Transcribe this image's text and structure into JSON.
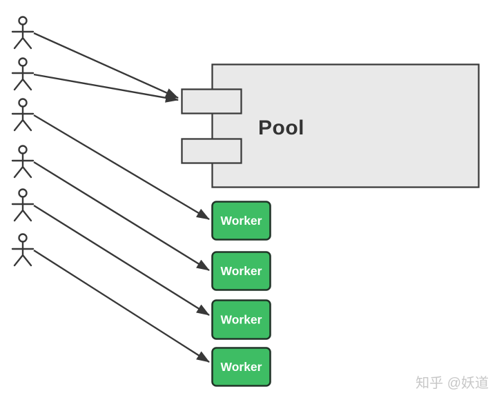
{
  "diagram": {
    "type": "component-diagram",
    "pool": {
      "label": "Pool",
      "ports": [
        "top-port",
        "bottom-port"
      ]
    },
    "workers": [
      {
        "label": "Worker"
      },
      {
        "label": "Worker"
      },
      {
        "label": "Worker"
      },
      {
        "label": "Worker"
      }
    ],
    "actors": [
      {
        "icon": "uml-actor-stick-figure",
        "target": "pool-port-top"
      },
      {
        "icon": "uml-actor-stick-figure",
        "target": "pool-port-top"
      },
      {
        "icon": "uml-actor-stick-figure",
        "target": "worker-1"
      },
      {
        "icon": "uml-actor-stick-figure",
        "target": "worker-2"
      },
      {
        "icon": "uml-actor-stick-figure",
        "target": "worker-3"
      },
      {
        "icon": "uml-actor-stick-figure",
        "target": "worker-4"
      }
    ],
    "colors": {
      "line": "#383838",
      "pool_fill": "#e9e9e9",
      "pool_border": "#3b3b3b",
      "port_fill": "#e9e9e9",
      "pool_text": "#333333",
      "worker_fill": "#3ebd64",
      "worker_border": "#213528",
      "worker_text": "#ffffff",
      "watermark_text": "#c7c7c7"
    }
  },
  "watermark": {
    "text": "知乎 @妖道"
  }
}
